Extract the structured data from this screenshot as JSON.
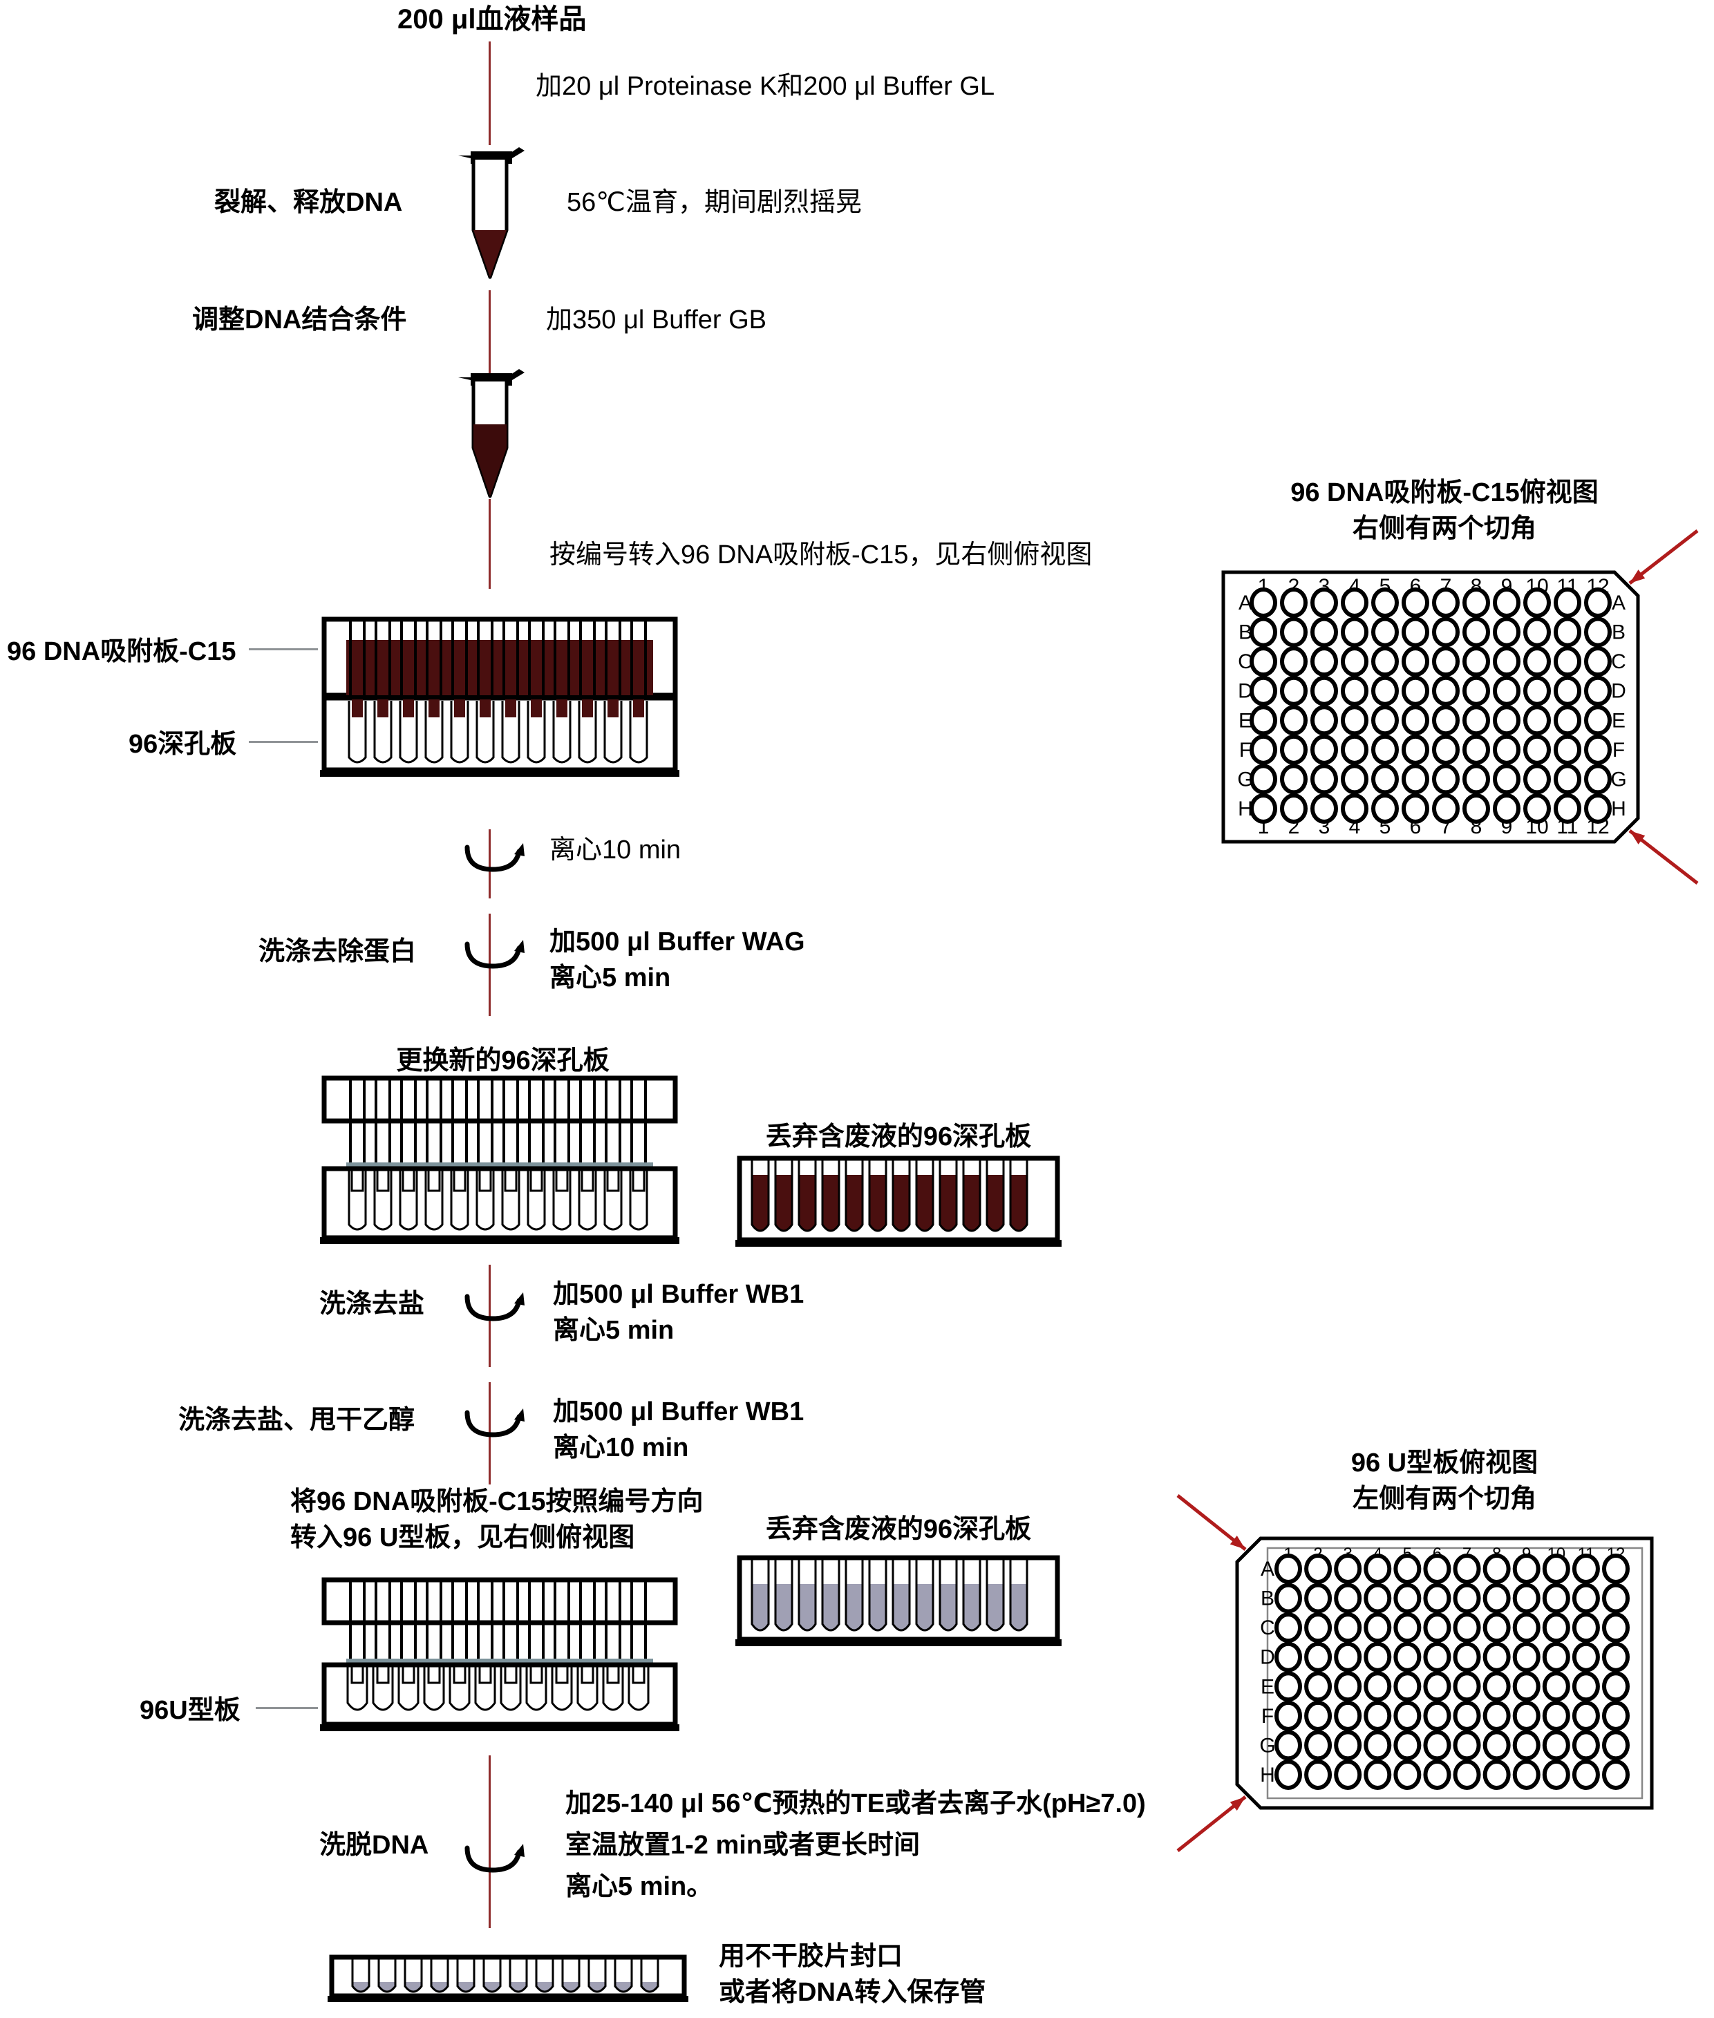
{
  "meta": {
    "accent_red": "#8e2b2b",
    "blood_dark": "#3c0b0b",
    "blood_fill": "#4a0f0f",
    "ethanol_grey": "#a0a0b4",
    "membrane_teal": "#7d939b",
    "arrow_red": "#b01c1c",
    "ink": "#000000",
    "leader_grey": "#8f9396"
  },
  "flow": {
    "sample_title": "200 μl血液样品",
    "steps": [
      {
        "id": "lysis",
        "left": "裂解、释放DNA",
        "right": [
          "加20 μl Proteinase K和200 μl Buffer GL"
        ]
      },
      {
        "id": "incubate",
        "left": "",
        "right": [
          "56℃温育，期间剧烈摇晃"
        ]
      },
      {
        "id": "bind",
        "left": "调整DNA结合条件",
        "right": [
          "加350 μl Buffer GB"
        ]
      },
      {
        "id": "transfer",
        "left": "",
        "right": [
          "按编号转入96 DNA吸附板-C15，见右侧俯视图"
        ]
      },
      {
        "id": "spin1",
        "left": "",
        "right": [
          "离心10 min"
        ]
      },
      {
        "id": "wash_pro",
        "left": "洗涤去除蛋白",
        "right": [
          "加500 μl Buffer WAG",
          "离心5 min"
        ]
      },
      {
        "id": "wash_salt1",
        "left": "洗涤去盐",
        "right": [
          "加500 μl Buffer WB1",
          "离心5 min"
        ]
      },
      {
        "id": "wash_salt2",
        "left": "洗涤去盐、甩干乙醇",
        "right": [
          "加500 μl Buffer WB1",
          "离心10 min"
        ]
      },
      {
        "id": "elute",
        "left": "洗脱DNA",
        "right": [
          "加25-140 μl 56℃预热的TE或者去离子水(pH≥7.0)",
          "室温放置1-2 min或者更长时间",
          "离心5 min。"
        ]
      }
    ]
  },
  "labels": {
    "dna_plate": "96 DNA吸附板-C15",
    "deep_plate": "96深孔板",
    "new_deep_plate": "更换新的96深孔板",
    "waste_deep_plate_1": "丢弃含废液的96深孔板",
    "waste_deep_plate_2": "丢弃含废液的96深孔板",
    "u_plate_side": "96U型板",
    "transfer_note_l1": "将96 DNA吸附板-C15按照编号方向",
    "transfer_note_l2": "转入96 U型板，见右侧俯视图",
    "seal_l1": "用不干胶片封口",
    "seal_l2": "或者将DNA转入保存管"
  },
  "plate_top_c15": {
    "title_l1": "96 DNA吸附板-C15俯视图",
    "title_l2": "右侧有两个切角",
    "columns": [
      "1",
      "2",
      "3",
      "4",
      "5",
      "6",
      "7",
      "8",
      "9",
      "10",
      "11",
      "12"
    ],
    "rows": [
      "A",
      "B",
      "C",
      "D",
      "E",
      "F",
      "G",
      "H"
    ],
    "cut_corner_side": "right"
  },
  "plate_top_u": {
    "title_l1": "96 U型板俯视图",
    "title_l2": "左侧有两个切角",
    "columns": [
      "1",
      "2",
      "3",
      "4",
      "5",
      "6",
      "7",
      "8",
      "9",
      "10",
      "11",
      "12"
    ],
    "rows": [
      "A",
      "B",
      "C",
      "D",
      "E",
      "F",
      "G",
      "H"
    ],
    "cut_corner_side": "left"
  }
}
